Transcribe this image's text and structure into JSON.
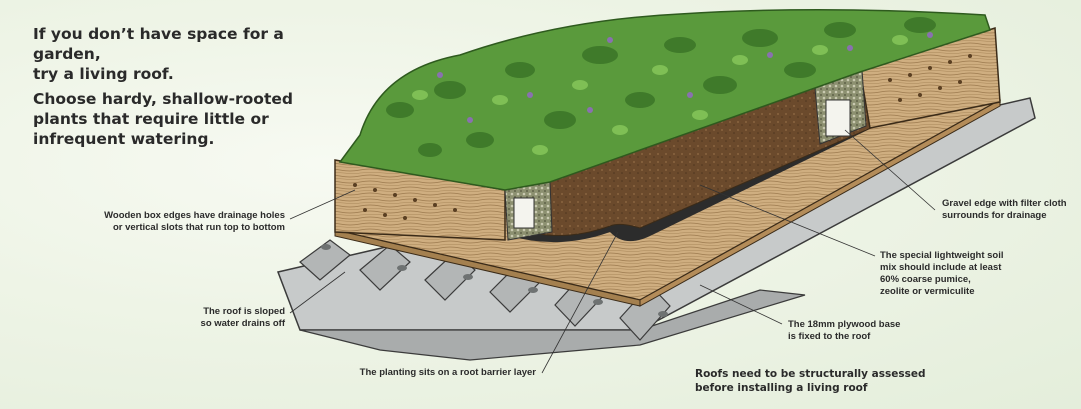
{
  "intro": {
    "line1": "If you don’t have space for a garden,",
    "line2": "try a living roof.",
    "line3": "Choose hardy, shallow-rooted",
    "line4": "plants that require little or",
    "line5": "infrequent watering."
  },
  "labels": {
    "wooden_box": [
      "Wooden box edges have drainage holes",
      "or vertical slots that run top to bottom"
    ],
    "roof_sloped": [
      "The roof is sloped",
      "so water drains off"
    ],
    "root_barrier": "The planting sits on a root barrier layer",
    "gravel_edge": [
      "Gravel edge with filter cloth",
      "surrounds for drainage"
    ],
    "soil_mix": [
      "The special lightweight soil",
      "mix should include at least",
      "60% coarse pumice,",
      "zeolite or vermiculite"
    ],
    "plywood": [
      "The 18mm plywood base",
      "is fixed to the roof"
    ],
    "assessment": [
      "Roofs need to be structurally assessed",
      "before installing a living roof"
    ]
  },
  "colors": {
    "plants": "#5a9a3c",
    "plants_dark": "#3f7a2a",
    "wood": "#c8a77a",
    "soil": "#6b4a2c",
    "metal": "#b9bcbc"
  }
}
